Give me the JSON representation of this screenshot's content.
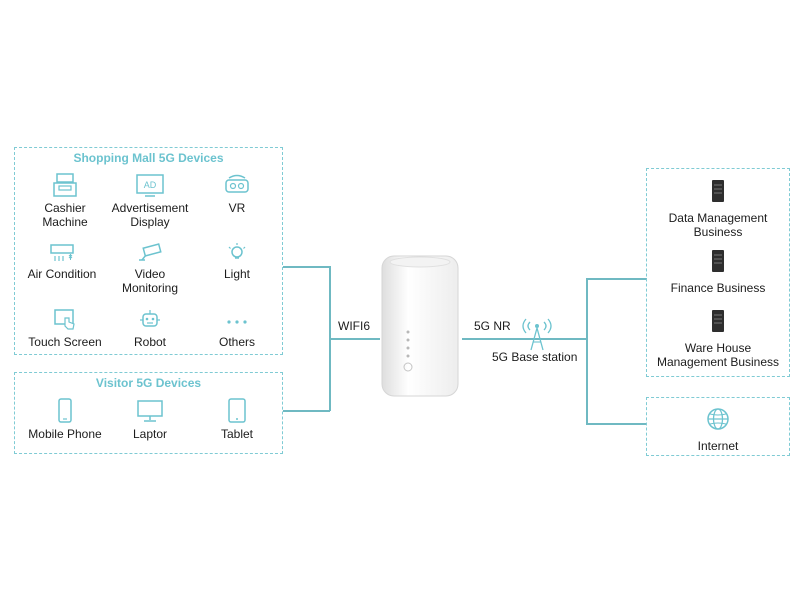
{
  "shopping_mall": {
    "title": "Shopping Mall 5G Devices",
    "devices": [
      {
        "line1": "Cashier",
        "line2": "Machine",
        "icon": "cashier-machine-icon"
      },
      {
        "line1": "Advertisement",
        "line2": "Display",
        "icon": "ad-display-icon",
        "icon_text": "AD"
      },
      {
        "line1": "VR",
        "line2": "",
        "icon": "vr-headset-icon"
      },
      {
        "line1": "Air Condition",
        "line2": "",
        "icon": "air-conditioner-icon"
      },
      {
        "line1": "Video",
        "line2": "Monitoring",
        "icon": "security-camera-icon"
      },
      {
        "line1": "Light",
        "line2": "",
        "icon": "light-bulb-icon"
      },
      {
        "line1": "Touch Screen",
        "line2": "",
        "icon": "touch-screen-icon"
      },
      {
        "line1": "Robot",
        "line2": "",
        "icon": "robot-icon"
      },
      {
        "line1": "Others",
        "line2": "",
        "icon": "ellipsis-icon"
      }
    ]
  },
  "visitor": {
    "title": "Visitor 5G Devices",
    "devices": [
      {
        "line1": "Mobile Phone",
        "icon": "mobile-phone-icon"
      },
      {
        "line1": "Laptor",
        "icon": "laptop-icon"
      },
      {
        "line1": "Tablet",
        "icon": "tablet-icon"
      }
    ]
  },
  "router": {
    "icon": "cpe-router-icon"
  },
  "links": {
    "wifi_label": "WIFI6",
    "nr_label": "5G NR",
    "base_station_label": "5G Base station",
    "base_station_icon": "antenna-tower-icon"
  },
  "business": {
    "items": [
      {
        "line1": "Data Management",
        "line2": "Business",
        "icon": "server-icon"
      },
      {
        "line1": "Finance Business",
        "line2": "",
        "icon": "server-icon"
      },
      {
        "line1": "Ware House",
        "line2": "Management Business",
        "icon": "server-icon"
      }
    ]
  },
  "internet": {
    "label": "Internet",
    "icon": "globe-icon"
  },
  "colors": {
    "accent": "#6cc3cf",
    "line": "#6fb9c2",
    "text": "#1c1c1c"
  }
}
